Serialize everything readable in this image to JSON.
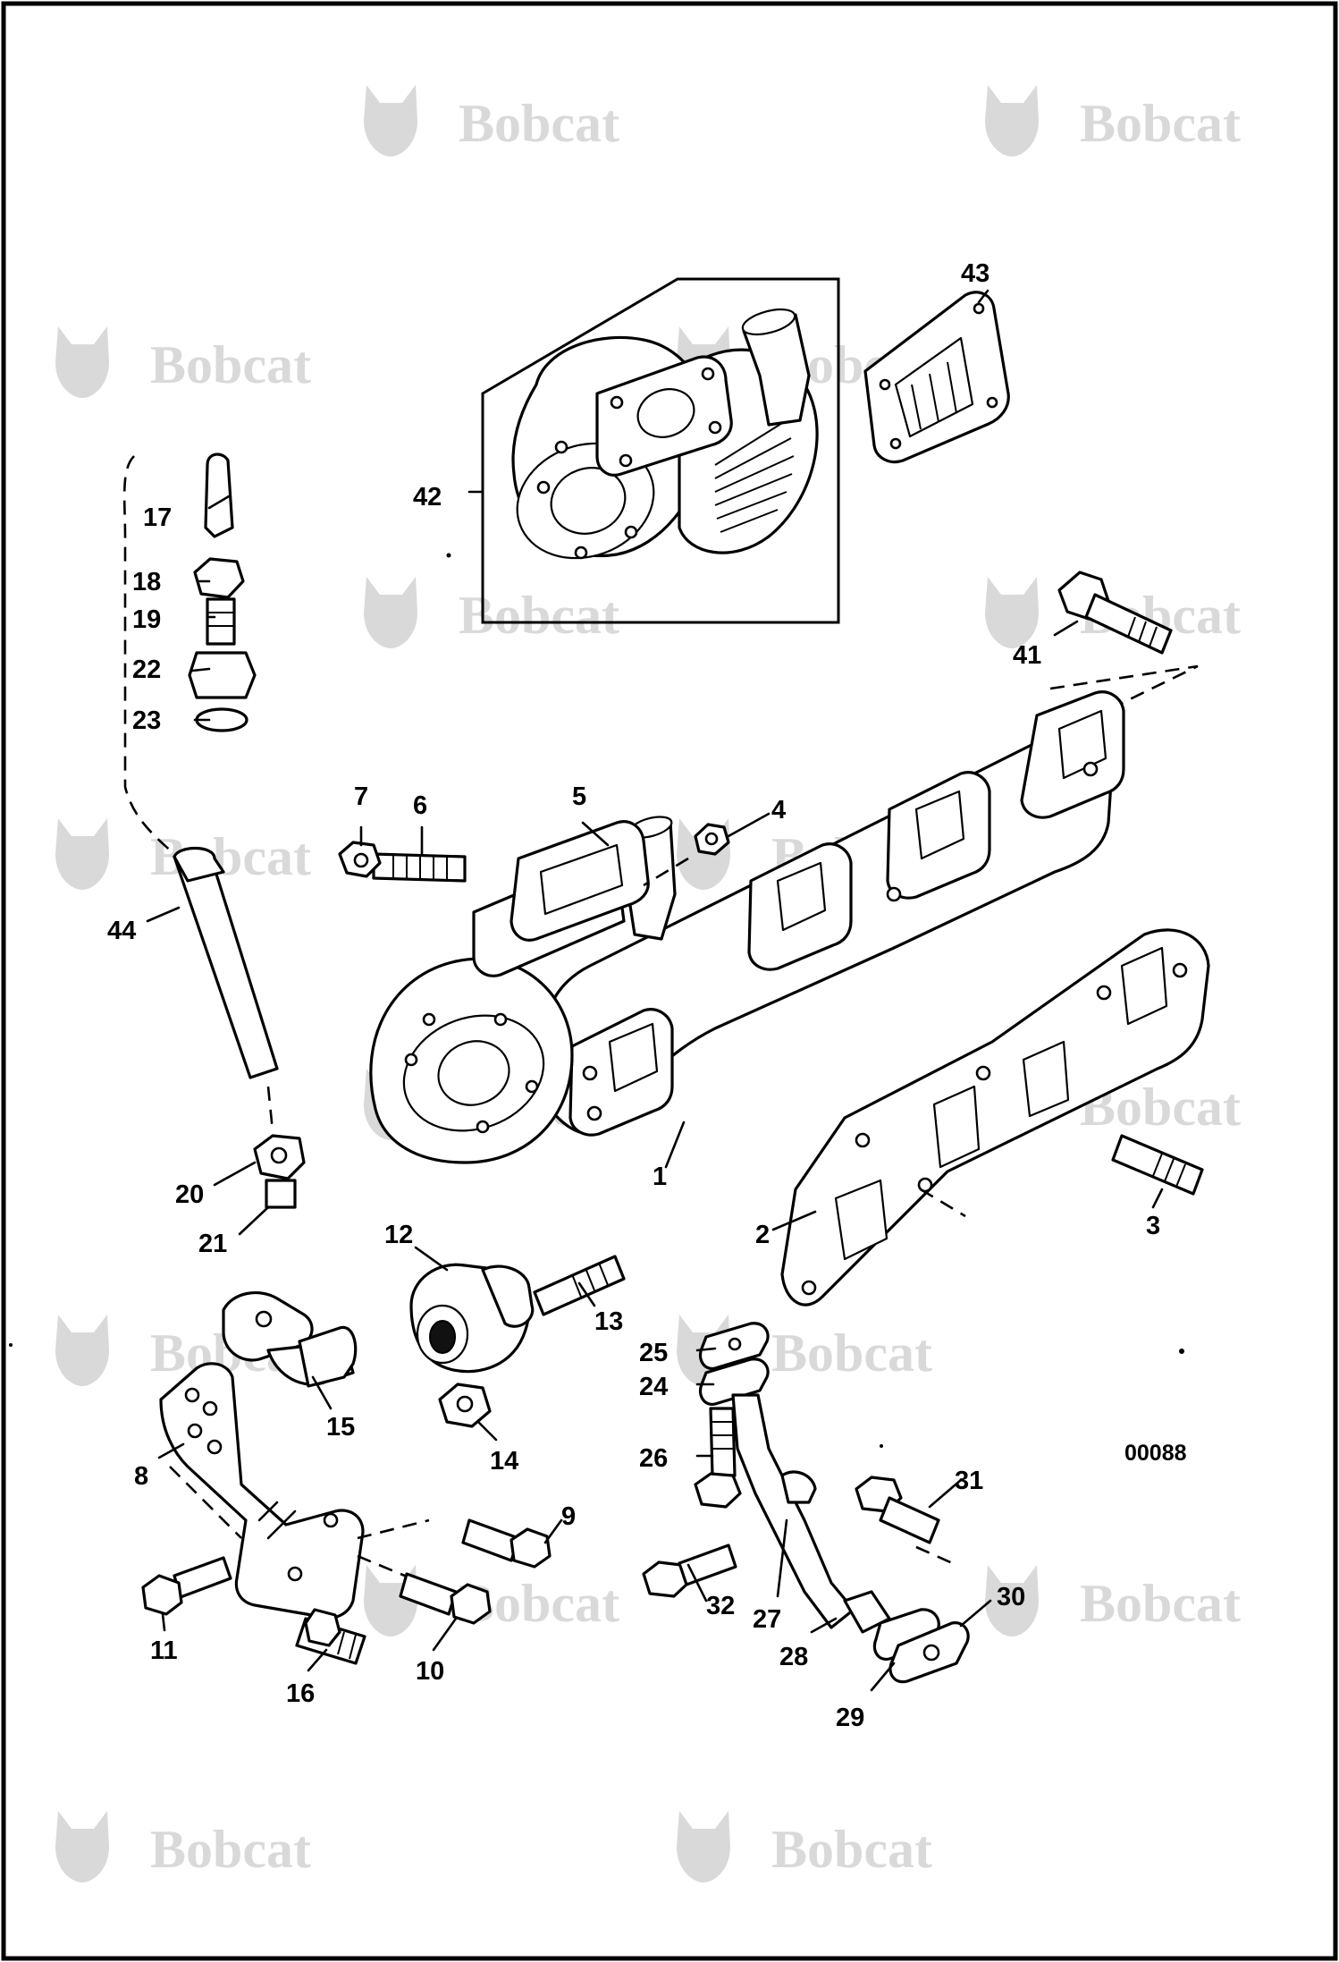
{
  "watermark": {
    "brand": "Bobcat",
    "color": "#d9d9d9",
    "icon": "bobcat-head-icon"
  },
  "drawing_code": "00088",
  "callouts": [
    {
      "id": "c1",
      "label": "1"
    },
    {
      "id": "c2",
      "label": "2"
    },
    {
      "id": "c3",
      "label": "3"
    },
    {
      "id": "c4",
      "label": "4"
    },
    {
      "id": "c5",
      "label": "5"
    },
    {
      "id": "c6",
      "label": "6"
    },
    {
      "id": "c7",
      "label": "7"
    },
    {
      "id": "c8",
      "label": "8"
    },
    {
      "id": "c9",
      "label": "9"
    },
    {
      "id": "c10",
      "label": "10"
    },
    {
      "id": "c11",
      "label": "11"
    },
    {
      "id": "c12",
      "label": "12"
    },
    {
      "id": "c13",
      "label": "13"
    },
    {
      "id": "c14",
      "label": "14"
    },
    {
      "id": "c15",
      "label": "15"
    },
    {
      "id": "c16",
      "label": "16"
    },
    {
      "id": "c17",
      "label": "17"
    },
    {
      "id": "c18",
      "label": "18"
    },
    {
      "id": "c19",
      "label": "19"
    },
    {
      "id": "c20",
      "label": "20"
    },
    {
      "id": "c21",
      "label": "21"
    },
    {
      "id": "c22",
      "label": "22"
    },
    {
      "id": "c23",
      "label": "23"
    },
    {
      "id": "c24",
      "label": "24"
    },
    {
      "id": "c25",
      "label": "25"
    },
    {
      "id": "c26",
      "label": "26"
    },
    {
      "id": "c27",
      "label": "27"
    },
    {
      "id": "c28",
      "label": "28"
    },
    {
      "id": "c29",
      "label": "29"
    },
    {
      "id": "c30",
      "label": "30"
    },
    {
      "id": "c31",
      "label": "31"
    },
    {
      "id": "c32",
      "label": "32"
    },
    {
      "id": "c41",
      "label": "41"
    },
    {
      "id": "c42",
      "label": "42"
    },
    {
      "id": "c43",
      "label": "43"
    },
    {
      "id": "c44",
      "label": "44"
    }
  ]
}
